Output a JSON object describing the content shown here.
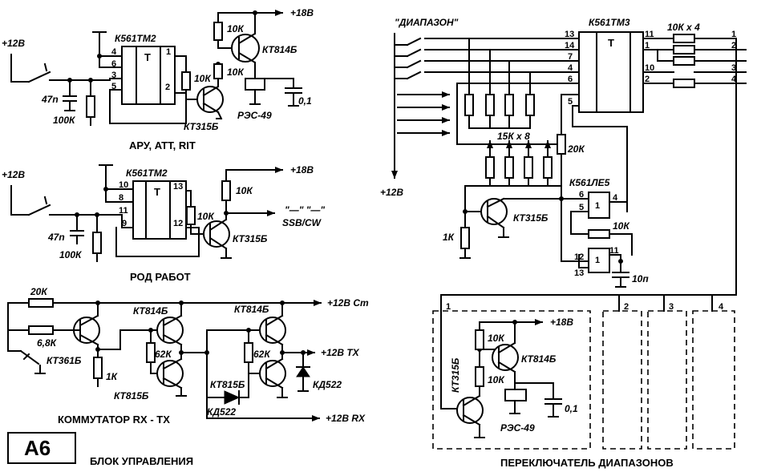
{
  "panels": {
    "agc": {
      "supply_in": "+12В",
      "ic": "К561ТМ2",
      "ic_mark": "Т",
      "pins": [
        "4",
        "6",
        "3",
        "5",
        "1",
        "2"
      ],
      "r_in": "100К",
      "c_in": "47n",
      "r_base": "10К",
      "vt_out": "КТ814Б",
      "r_top": "10К",
      "r_mid": "10К",
      "vt_drv": "КТ315Б",
      "relay": "РЭС-49",
      "c_out": "0,1",
      "supply_out": "+18В",
      "caption": "АРУ, ATT, RIT"
    },
    "mode": {
      "supply_in": "+12В",
      "ic": "К561ТМ2",
      "ic_mark": "Т",
      "pins": [
        "10",
        "8",
        "11",
        "9",
        "13",
        "12"
      ],
      "c_in": "47n",
      "r_in": "100К",
      "r_base": "10К",
      "r_pull": "10К",
      "vt": "КТ315Б",
      "supply_out": "+18В",
      "out_label": "SSB/CW",
      "out_marks": "\"—\"   \"—\"",
      "caption": "РОД РАБОТ"
    },
    "commutator": {
      "r_top": "20К",
      "r_mid": "6,8К",
      "vt1": "КТ361Б",
      "r_low": "1К",
      "vt2": "КТ814Б",
      "r2": "62К",
      "vt3": "КТ815Б",
      "vt4": "КТ814Б",
      "r4": "62К",
      "vt5": "КТ815Б",
      "diode1": "КД522",
      "diode2": "КД522",
      "out_st": "+12В Ст",
      "out_tx": "+12В ТХ",
      "out_rx": "+12В RX",
      "caption": "КОММУТАТОР RX - TX"
    },
    "range": {
      "title": "\"ДИАПАЗОН\"",
      "supply_in": "+12В",
      "ic1": "К561ТМ3",
      "ic1_mark": "Т",
      "ic1_in_pins": [
        "13",
        "14",
        "7",
        "4",
        "6",
        "5"
      ],
      "ic1_out_pins": [
        "11",
        "1",
        "10",
        "2"
      ],
      "res_bank": "10К х 4",
      "out_nums": [
        "1",
        "2",
        "3",
        "4"
      ],
      "res_array": "15К х 8",
      "r_20k": "20К",
      "vt": "КТ315Б",
      "r_1k": "1К",
      "ic2": "К561ЛЕ5",
      "gate_mark": "1",
      "g1_pins": [
        "6",
        "5",
        "4"
      ],
      "g2_pins": [
        "12",
        "13",
        "11"
      ],
      "r_fb": "10К",
      "c_t": "10п"
    },
    "switch": {
      "numbers": [
        "1",
        "2",
        "3",
        "4"
      ],
      "supply": "+18В",
      "r1": "10К",
      "r2": "10К",
      "vt_drv": "КТ315Б",
      "vt_out": "КТ814Б",
      "relay": "РЭС-49",
      "c": "0,1",
      "caption": "ПЕРЕКЛЮЧАТЕЛЬ ДИАПАЗОНОВ"
    }
  },
  "block_id": "А6",
  "block_title": "БЛОК УПРАВЛЕНИЯ"
}
